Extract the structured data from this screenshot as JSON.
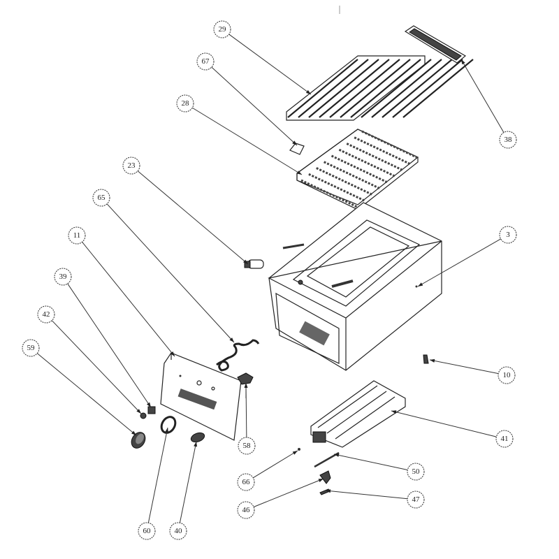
{
  "diagram": {
    "type": "exploded-parts-view",
    "callouts": [
      {
        "label": "29",
        "part": "top-grill-grate"
      },
      {
        "label": "67",
        "part": "small-block"
      },
      {
        "label": "28",
        "part": "lower-grate"
      },
      {
        "label": "38",
        "part": "grease-strip"
      },
      {
        "label": "23",
        "part": "connector"
      },
      {
        "label": "65",
        "part": "gas-tube"
      },
      {
        "label": "3",
        "part": "main-body"
      },
      {
        "label": "11",
        "part": "front-control-panel"
      },
      {
        "label": "39",
        "part": "valve-stem"
      },
      {
        "label": "42",
        "part": "small-fitting"
      },
      {
        "label": "59",
        "part": "control-knob"
      },
      {
        "label": "10",
        "part": "screw"
      },
      {
        "label": "41",
        "part": "burner-assembly"
      },
      {
        "label": "58",
        "part": "gas-valve"
      },
      {
        "label": "50",
        "part": "rod"
      },
      {
        "label": "66",
        "part": "pin"
      },
      {
        "label": "46",
        "part": "igniter"
      },
      {
        "label": "47",
        "part": "clip"
      },
      {
        "label": "60",
        "part": "knob-ring"
      },
      {
        "label": "40",
        "part": "button"
      }
    ]
  }
}
